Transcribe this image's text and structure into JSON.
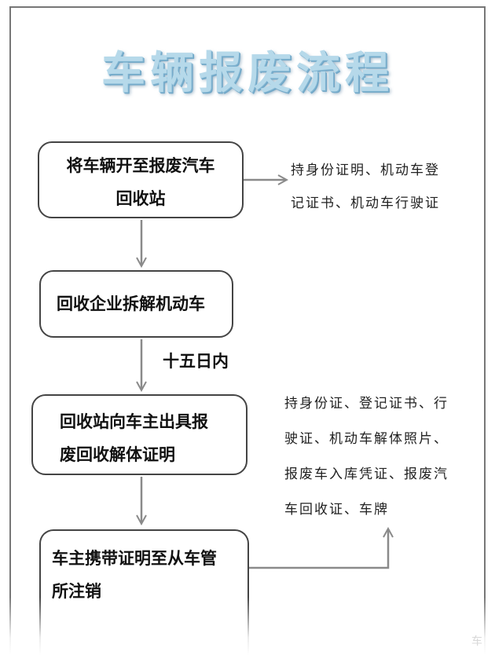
{
  "title": "车辆报废流程",
  "steps": [
    {
      "lines": [
        "将车辆开至报废汽车",
        "回收站"
      ]
    },
    {
      "lines": [
        "回收企业拆解机动车"
      ]
    },
    {
      "lines": [
        "回收站向车主出具报",
        "废回收解体证明"
      ]
    },
    {
      "lines": [
        "车主携带证明至从车管",
        "所注销"
      ]
    }
  ],
  "condition": "十五日内",
  "notes": [
    {
      "lines": [
        "持身份证明、机动车登",
        "记证书、机动车行驶证"
      ]
    },
    {
      "lines": [
        "持身份证、登记证书、行",
        "驶证、机动车解体照片、",
        "报废车入库凭证、报废汽",
        "车回收证、车牌"
      ]
    }
  ],
  "watermark": "车"
}
